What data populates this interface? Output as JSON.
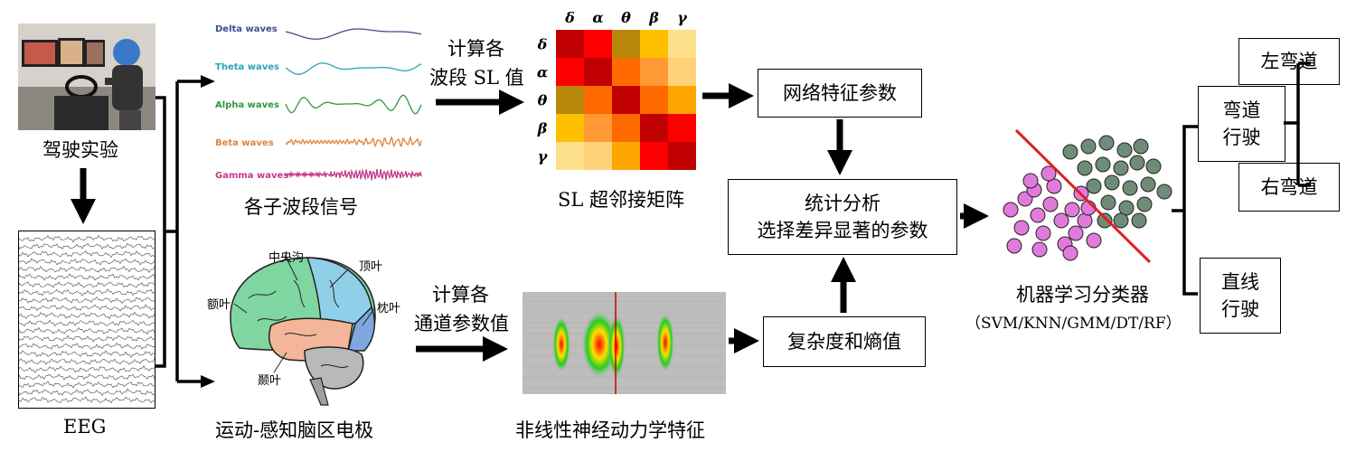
{
  "driving": {
    "label": "驾驶实验"
  },
  "eeg": {
    "label": "EEG"
  },
  "subbands": {
    "caption": "各子波段信号",
    "waves": [
      {
        "name": "Delta waves",
        "color": "#3d4d8f"
      },
      {
        "name": "Theta waves",
        "color": "#2aa3b4"
      },
      {
        "name": "Alpha waves",
        "color": "#2e9a3c"
      },
      {
        "name": "Beta waves",
        "color": "#e0843a"
      },
      {
        "name": "Gamma waves",
        "color": "#c2398a"
      }
    ]
  },
  "arrow_sl": {
    "line1": "计算各",
    "line2": "波段 SL 值"
  },
  "sl_matrix": {
    "caption": "SL 超邻接矩阵",
    "labels": [
      "δ",
      "α",
      "θ",
      "β",
      "γ"
    ],
    "colors": [
      [
        "#c00000",
        "#ff0000",
        "#b8860b",
        "#ffc000",
        "#ffe08a"
      ],
      [
        "#ff0000",
        "#c00000",
        "#ff6a00",
        "#ff9933",
        "#ffd27a"
      ],
      [
        "#b8860b",
        "#ff6a00",
        "#c00000",
        "#ff6a00",
        "#ffa500"
      ],
      [
        "#ffc000",
        "#ff9933",
        "#ff6a00",
        "#c00000",
        "#ff0000"
      ],
      [
        "#ffe08a",
        "#ffd27a",
        "#ffa500",
        "#ff0000",
        "#c00000"
      ]
    ]
  },
  "network_features": {
    "label": "网络特征参数"
  },
  "stats": {
    "line1": "统计分析",
    "line2": "选择差异显著的参数"
  },
  "brain": {
    "caption": "运动-感知脑区电极",
    "regions": {
      "central_sulcus": "中央沟",
      "parietal": "顶叶",
      "frontal": "额叶",
      "occipital": "枕叶",
      "temporal": "颞叶"
    }
  },
  "arrow_channel": {
    "line1": "计算各",
    "line2": "通道参数值"
  },
  "nonlinear": {
    "caption": "非线性神经动力学特征"
  },
  "complexity": {
    "label": "复杂度和熵值"
  },
  "classifier": {
    "line1": "机器学习分类器",
    "line2": "（SVM/KNN/GMM/DT/RF）"
  },
  "outputs": {
    "curve": {
      "line1": "弯道",
      "line2": "行驶"
    },
    "left": {
      "label": "左弯道"
    },
    "right": {
      "label": "右弯道"
    },
    "straight": {
      "line1": "直线",
      "line2": "行驶"
    }
  },
  "colors": {
    "pink": "#e07bdc",
    "green": "#6f8c78",
    "red": "#e02020"
  }
}
